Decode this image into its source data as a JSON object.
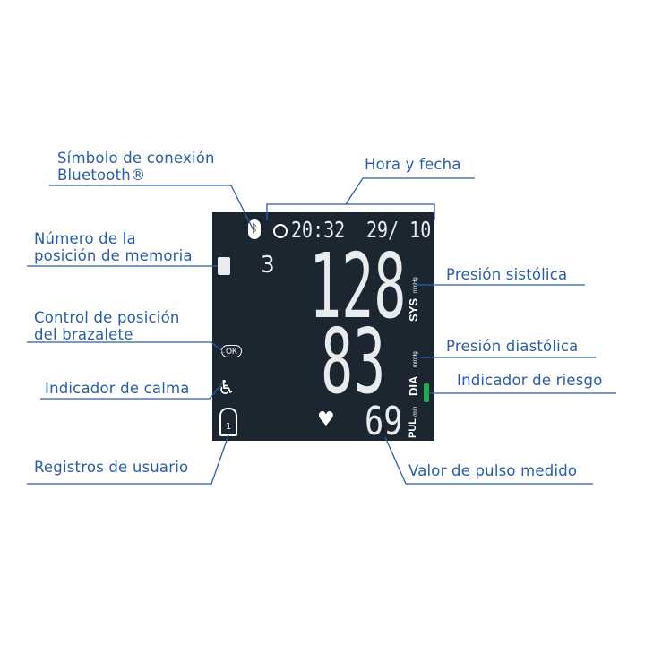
{
  "labels": {
    "bluetooth": [
      "Símbolo de conexión",
      "Bluetooth®"
    ],
    "time_date": "Hora y fecha",
    "memory": [
      "Número de la",
      "posición de memoria"
    ],
    "systolic": "Presión sistólica",
    "cuff": [
      "Control de posición",
      "del brazalete"
    ],
    "diastolic": "Presión diastólica",
    "calm": "Indicador de calma",
    "risk": "Indicador de riesgo",
    "user": "Registros de usuario",
    "pulse": "Valor de pulso medido"
  },
  "display": {
    "time": "20:32",
    "date": "29/ 10",
    "memory_number": "3",
    "systolic": "128",
    "diastolic": "83",
    "pulse": "69",
    "sys_unit": "SYS",
    "dia_unit": "DIA",
    "pul_unit": "PUL",
    "sys_sub": "mmHg",
    "dia_sub": "mmHg",
    "pul_sub": "/min",
    "cuff_ok": "OK",
    "user_number": "1",
    "risk_color": "#1fae4b"
  },
  "colors": {
    "label": "#2a5ea8",
    "lcd_bg": "#1c2631"
  },
  "icons": [
    "bluetooth-icon",
    "clock-icon",
    "memory-list-icon",
    "cuff-ok-icon",
    "calm-person-icon",
    "heart-icon",
    "user-icon"
  ]
}
